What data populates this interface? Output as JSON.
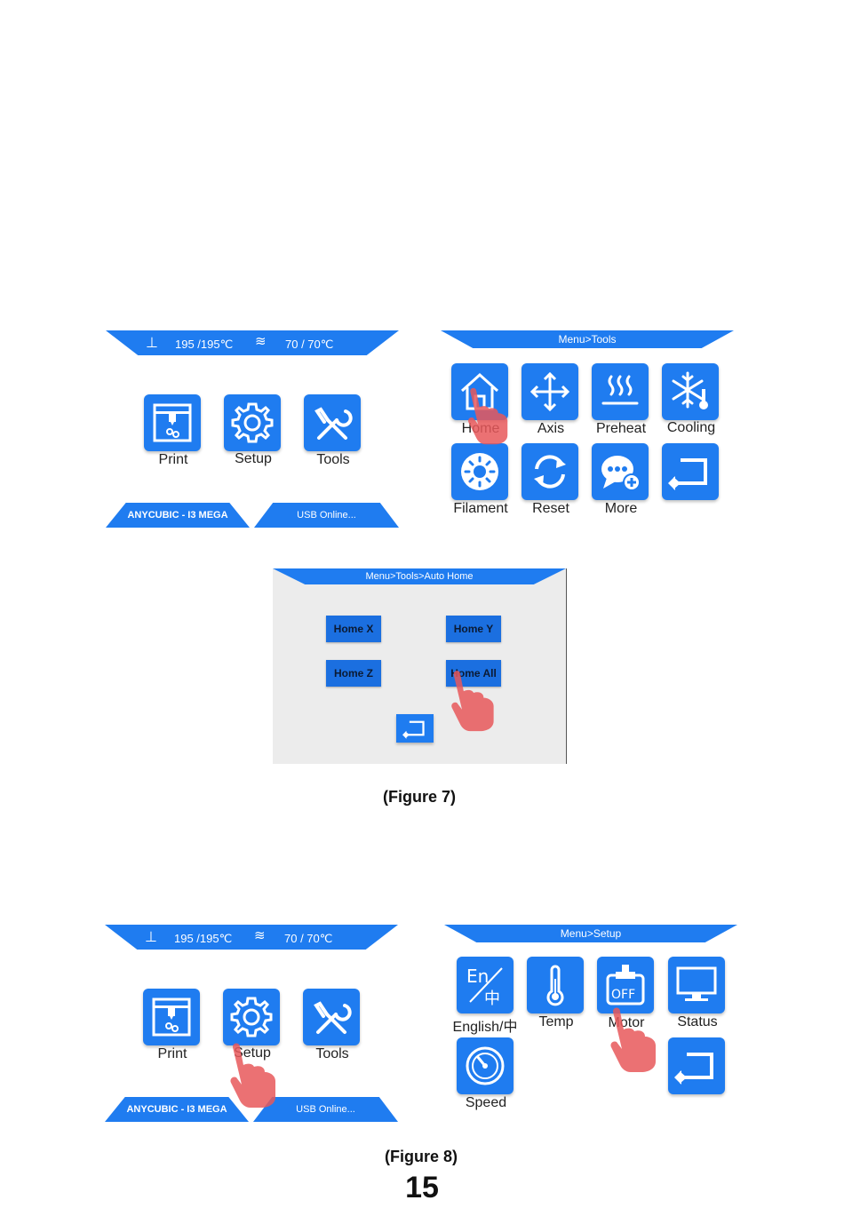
{
  "colors": {
    "accent": "#1f7cf0",
    "hand": "#e8585a"
  },
  "fig7": {
    "main": {
      "nozzle_temp": "195 /195℃",
      "bed_temp": "70   /  70℃",
      "items": [
        {
          "label": "Print",
          "icon": "printer-icon"
        },
        {
          "label": "Setup",
          "icon": "gear-icon"
        },
        {
          "label": "Tools",
          "icon": "tools-icon"
        }
      ],
      "brand": "ANYCUBIC - I3 MEGA",
      "usb": "USB Online..."
    },
    "tools": {
      "title": "Menu>Tools",
      "items": [
        {
          "label": "Home",
          "icon": "home-icon"
        },
        {
          "label": "Axis",
          "icon": "axis-icon"
        },
        {
          "label": "Preheat",
          "icon": "heat-icon"
        },
        {
          "label": "Cooling",
          "icon": "snowflake-icon"
        },
        {
          "label": "Filament",
          "icon": "filament-icon"
        },
        {
          "label": "Reset",
          "icon": "reset-icon"
        },
        {
          "label": "More",
          "icon": "more-icon"
        },
        {
          "label": "",
          "icon": "back-icon"
        }
      ]
    },
    "auto_home": {
      "title": "Menu>Tools>Auto Home",
      "buttons": [
        "Home X",
        "Home Y",
        "Home Z",
        "Home All"
      ]
    },
    "caption": "(Figure 7)"
  },
  "fig8": {
    "main": {
      "nozzle_temp": "195 /195℃",
      "bed_temp": "70   /  70℃",
      "items": [
        {
          "label": "Print",
          "icon": "printer-icon"
        },
        {
          "label": "Setup",
          "icon": "gear-icon"
        },
        {
          "label": "Tools",
          "icon": "tools-icon"
        }
      ],
      "brand": "ANYCUBIC - I3 MEGA",
      "usb": "USB Online..."
    },
    "setup": {
      "title": "Menu>Setup",
      "items": [
        {
          "label": "English/中",
          "icon": "language-icon"
        },
        {
          "label": "Temp",
          "icon": "thermometer-icon"
        },
        {
          "label": "Motor",
          "icon": "motor-off-icon",
          "badge": "OFF"
        },
        {
          "label": "Status",
          "icon": "monitor-icon"
        },
        {
          "label": "Speed",
          "icon": "speedometer-icon"
        },
        {
          "label": "",
          "icon": "back-icon"
        }
      ]
    },
    "caption": "(Figure 8)"
  },
  "page_number": "15"
}
